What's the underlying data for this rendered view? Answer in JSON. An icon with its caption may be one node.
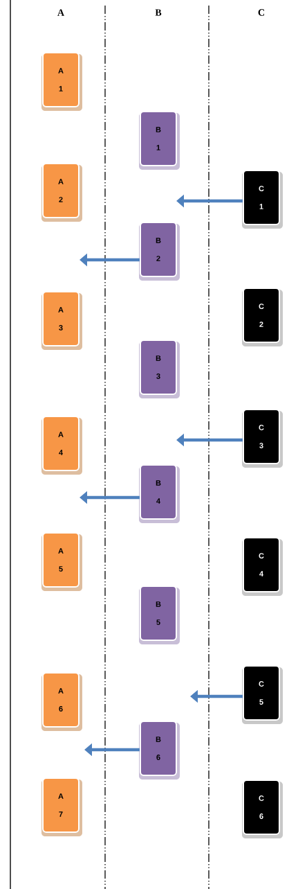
{
  "diagram": {
    "nodes": [
      {
        "text": [
          "A 1"
        ]
      },
      {
        "text": [
          "A 2"
        ]
      },
      {
        "text": [
          "A 3"
        ]
      },
      {
        "text": [
          "A 4"
        ]
      },
      {
        "text": [
          "A 5"
        ]
      },
      {
        "text": [
          "A 6"
        ]
      },
      {
        "text": [
          "A 7"
        ]
      },
      {
        "text": [
          "B 1"
        ]
      },
      {
        "text": [
          "B 2"
        ]
      },
      {
        "text": [
          "B 3"
        ]
      },
      {
        "text": [
          "B 4"
        ]
      },
      {
        "text": [
          "B 5"
        ]
      },
      {
        "text": [
          "B 6"
        ]
      },
      {
        "text": [
          "C 1"
        ]
      },
      {
        "text": [
          "C 2"
        ]
      },
      {
        "text": [
          "C 3"
        ]
      },
      {
        "text": [
          "C 4"
        ]
      },
      {
        "text": [
          "C 5"
        ]
      },
      {
        "text": [
          "C 6"
        ]
      }
    ],
    "edges": [
      {
        "from": 13,
        "to": null,
        "arrow": "to"
      },
      {
        "from": 8,
        "to": null,
        "arrow": "to"
      },
      {
        "from": 15,
        "to": null,
        "arrow": "to"
      },
      {
        "from": 10,
        "to": null,
        "arrow": "to"
      },
      {
        "from": 17,
        "to": null,
        "arrow": "to"
      },
      {
        "from": 12,
        "to": null,
        "arrow": "to"
      }
    ],
    "labels": [
      "A",
      "B",
      "C"
    ]
  }
}
